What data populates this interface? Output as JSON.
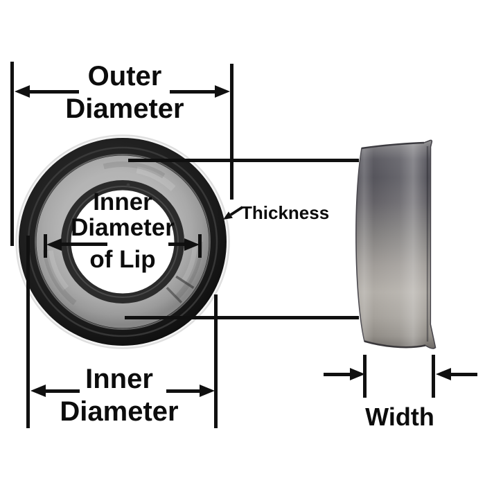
{
  "diagram": {
    "description": "Seal dimension diagram with front ring view and side sleeve view",
    "labels": {
      "outer_diameter": {
        "line1": "Outer",
        "line2": "Diameter"
      },
      "lip_inner_diameter": {
        "line1": "Inner",
        "line2": "Diameter",
        "line3": "of Lip"
      },
      "thickness": "Thickness",
      "inner_diameter": {
        "line1": "Inner",
        "line2": "Diameter"
      },
      "width": "Width"
    },
    "colors": {
      "background": "#ffffff",
      "dimension_lines": "#101010",
      "text": "#0c0c0c",
      "seal_rubber": "#1d1d1d",
      "seal_metal_band": "#a6a6a6",
      "seal_lip_ring": "#2b2b2b",
      "sleeve_dark": "#56555c",
      "sleeve_light": "#b2aea8"
    }
  }
}
